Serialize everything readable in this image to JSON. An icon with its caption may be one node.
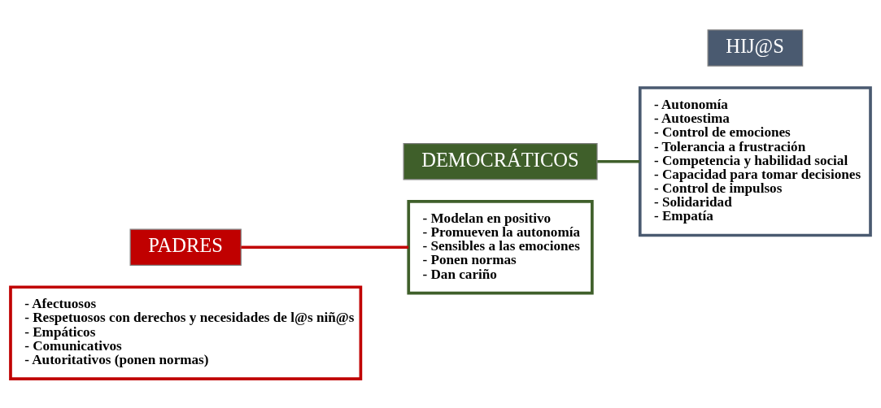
{
  "diagram": {
    "nodes": [
      {
        "text": [
          "- Afectuosos",
          "- Respetuosos con derechos y necesidades de l@s niñ@s",
          "- Empáticos",
          "- Comunicativos",
          "- Autoritativos (ponen normas)"
        ]
      },
      {
        "text": [
          "PADRES"
        ]
      },
      {
        "text": [
          "- Modelan en positivo",
          "- Promueven la autonomía",
          "- Sensibles a las emociones",
          "- Ponen normas",
          "- Dan cariño"
        ]
      },
      {
        "text": [
          "DEMOCRÁTICOS"
        ]
      },
      {
        "text": [
          "- Autonomía",
          "- Autoestima",
          "- Control de emociones",
          "- Tolerancia a frustración",
          "- Competencia y habilidad social",
          "- Capacidad para tomar decisiones",
          "- Control de impulsos",
          "- Solidaridad",
          "- Empatía"
        ]
      },
      {
        "text": [
          "HIJ@S"
        ]
      }
    ],
    "edges": [
      {
        "from": 1,
        "to": 2,
        "arrow": "none",
        "color": "#c00000"
      },
      {
        "from": 3,
        "to": 4,
        "arrow": "none",
        "color": "#3f5f2a"
      }
    ]
  }
}
